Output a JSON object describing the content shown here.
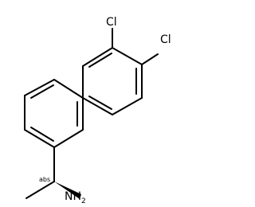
{
  "molecule": {
    "atoms": {
      "cl_upper": "Cl",
      "cl_lower": "Cl",
      "amine": "NH",
      "amine_subscript": "2",
      "stereo_flag": "abs"
    },
    "colors": {
      "bond": "#000000",
      "text": "#000000",
      "background": "#ffffff"
    }
  }
}
